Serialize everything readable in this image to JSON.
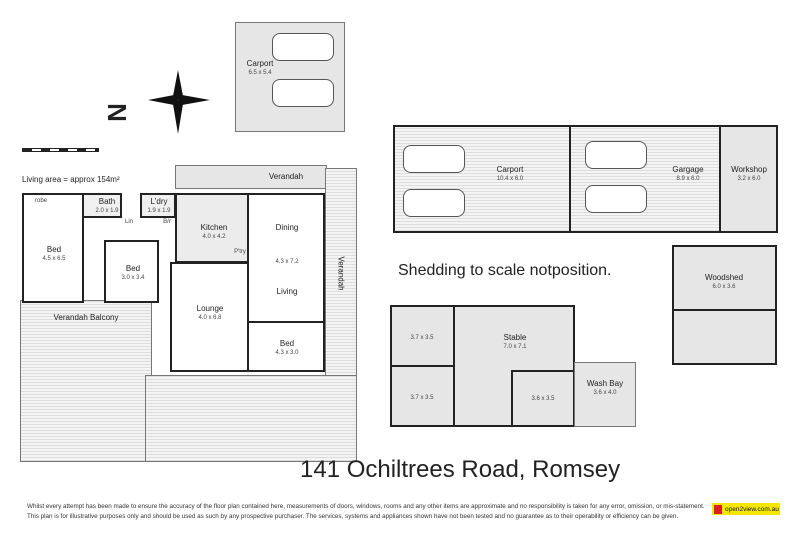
{
  "living_area": "Living area = approx 154m²",
  "compass": "N",
  "house": {
    "rooms": [
      {
        "name": "Bed",
        "size": "4.5 x 6.5"
      },
      {
        "name": "Bath",
        "size": "2.0 x 1.9"
      },
      {
        "name": "L'dry",
        "size": "1.9 x 1.9"
      },
      {
        "name": "Bed",
        "size": "3.0 x 3.4"
      },
      {
        "name": "Kitchen",
        "size": "4.0 x 4.2"
      },
      {
        "name": "Dining",
        "size": "4.3 x 7.2"
      },
      {
        "name": "Living",
        "size": ""
      },
      {
        "name": "Lounge",
        "size": "4.0 x 6.8"
      },
      {
        "name": "Bed",
        "size": "4.3 x 3.0"
      }
    ],
    "small_labels": {
      "robe": "robe",
      "lin": "Lin",
      "pantry": "P'try",
      "wir": "B/r"
    },
    "verandah_top": "Verandah",
    "verandah_side": "Verandah",
    "verandah_balcony": "Verandah Balcony"
  },
  "carport_top": {
    "name": "Carport",
    "size": "6.5 x 5.4"
  },
  "sheds": [
    {
      "name": "Carport",
      "size": "10.4 x 6.0"
    },
    {
      "name": "Gargage",
      "size": "8.9 x 6.0"
    },
    {
      "name": "Workshop",
      "size": "3.2 x 6.0"
    }
  ],
  "woodshed": {
    "name": "Woodshed",
    "size": "6.0 x 3.6"
  },
  "stable_group": [
    {
      "name": "",
      "size": "3.7 x 3.5"
    },
    {
      "name": "",
      "size": "3.7 x 3.5"
    },
    {
      "name": "Stable",
      "size": "7.0 x 7.1"
    },
    {
      "name": "",
      "size": "3.6 x 3.5"
    },
    {
      "name": "Wash Bay",
      "size": "3.6 x 4.0"
    }
  ],
  "note": "Shedding to scale notposition.",
  "title": "141 Ochiltrees Road, Romsey",
  "disclaimer": [
    "Whilst every attempt has been made to ensure the accuracy of the floor plan contained here, measurements of doors, windows, rooms and any other items are approximate and no responsibility is taken for any error, omission, or mis-statement.",
    "This plan is for illustrative purposes only and should be used as such by any prospective purchaser. The services, systems and appliances shown have not been tested and no guarantee as to their operability or efficiency can be given."
  ],
  "logo": "open2view.com.au",
  "colors": {
    "room_fill": "#e6e6e6",
    "wall": "#222222",
    "logo_bg": "#f5e600",
    "logo_accent": "#d81e1e"
  }
}
